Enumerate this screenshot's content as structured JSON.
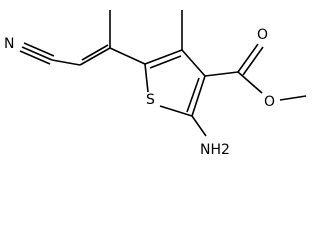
{
  "atoms": {
    "nitrogen": "N",
    "sulfur": "S",
    "oxygen_carbonyl": "O",
    "oxygen_ester": "O",
    "amino": "NH2"
  }
}
